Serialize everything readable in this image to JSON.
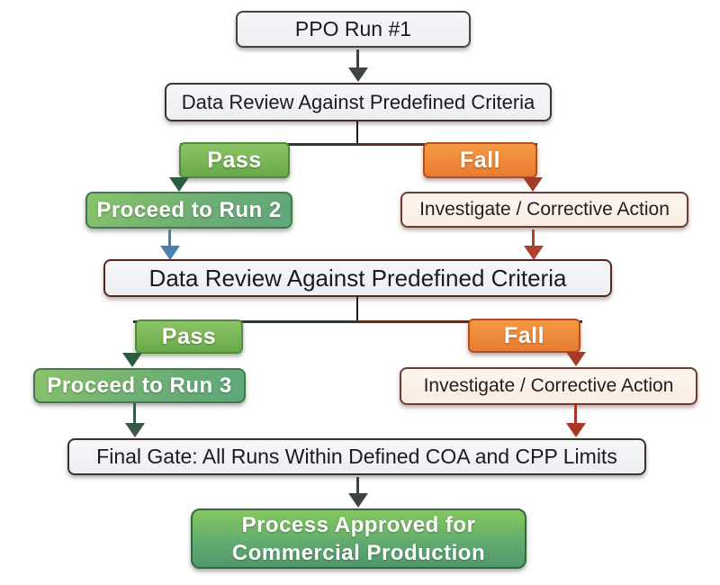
{
  "flow": {
    "ppo_run": "PPO Run #1",
    "data_review_1": "Data Review Against Predefined Criteria",
    "pass_1": "Pass",
    "fall_1": "Fall",
    "proceed_run_2": "Proceed to Run 2",
    "investigate_1": "Investigate / Corrective Action",
    "data_review_2": "Data Review Against Predefined Criteria",
    "pass_2": "Pass",
    "fall_2": "Fall",
    "proceed_run_3": "Proceed to Run 3",
    "investigate_2": "Investigate / Corrective Action",
    "final_gate": "Final Gate: All Runs Within Defined COA and CPP Limits",
    "approved_line_1": "Process Approved for",
    "approved_line_2": "Commercial Production"
  },
  "palette": {
    "pass_green": "#76b94e",
    "fall_orange": "#f18c3e",
    "proceed_green": "#6fae74",
    "approved_green_top": "#86c75f",
    "approved_green_bottom": "#50976f",
    "review_box_gray": "#f2f3f6",
    "investigate_cream": "#fbf1e9",
    "arrow_charcoal": "#3d4441",
    "arrow_dark_green": "#2a5c40",
    "arrow_red": "#a53a26",
    "arrow_blue": "#4a80b1",
    "branch_line_left": "#2e3a2e",
    "branch_line_right": "#5e2c20"
  }
}
